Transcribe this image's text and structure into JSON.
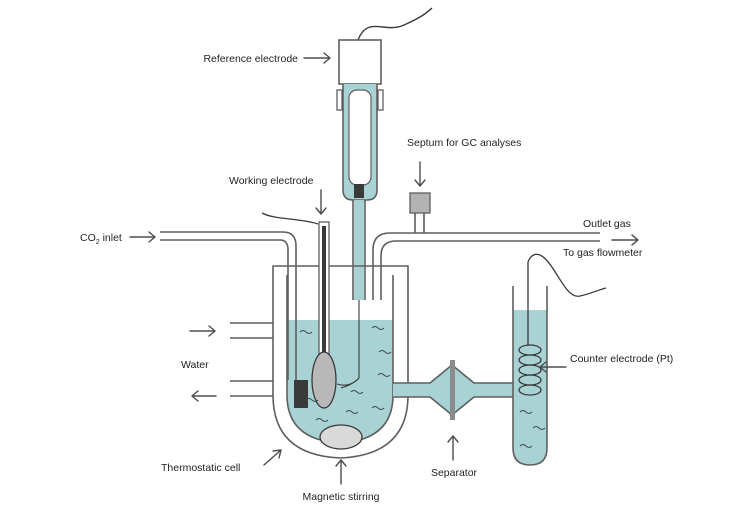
{
  "labels": {
    "reference_electrode": "Reference electrode",
    "septum": "Septum for GC analyses",
    "working_electrode": "Working electrode",
    "co2_inlet_prefix": "CO",
    "co2_inlet_subscript": "2",
    "co2_inlet_suffix": " inlet",
    "outlet_gas": "Outlet gas",
    "to_gas_flowmeter": "To gas flowmeter",
    "water": "Water",
    "counter_electrode": "Counter electrode (Pt)",
    "thermostatic_cell": "Thermostatic cell",
    "separator": "Separator",
    "magnetic_stirring": "Magnetic stirring"
  },
  "colors": {
    "electrolyte": "#a8d2d4",
    "glass_outline": "#5f5f5f",
    "electrode_dark": "#3a3a3a",
    "septum_grey": "#b3b3b3",
    "label_text": "#231f20",
    "arrow": "#4d4d4d"
  }
}
